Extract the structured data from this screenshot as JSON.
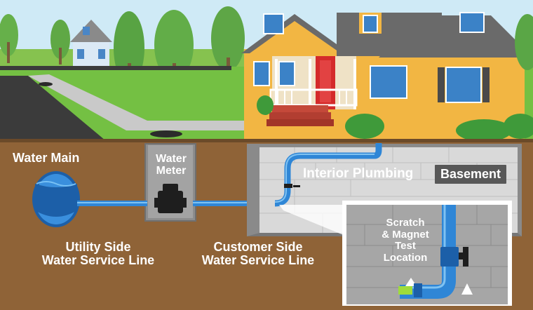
{
  "labels": {
    "water_main": "Water Main",
    "water_meter_line1": "Water",
    "water_meter_line2": "Meter",
    "interior_plumbing": "Interior Plumbing",
    "basement": "Basement",
    "utility_side_line1": "Utility Side",
    "utility_side_line2": "Water Service Line",
    "customer_side_line1": "Customer Side",
    "customer_side_line2": "Water Service Line",
    "test_line1": "Scratch",
    "test_line2": "& Magnet",
    "test_line3": "Test",
    "test_line4": "Location"
  },
  "colors": {
    "soil": "#8f6337",
    "pipe": "#2f86d6",
    "pipe_dark": "#1c5fa8",
    "text": "#ffffff",
    "house": "#f2b643",
    "roof": "#6a6a6a",
    "door": "#d42a2a",
    "grass": "#74c043",
    "road": "#3b3b3b",
    "badge": "#585858",
    "marker_green": "#9fdc3c"
  }
}
